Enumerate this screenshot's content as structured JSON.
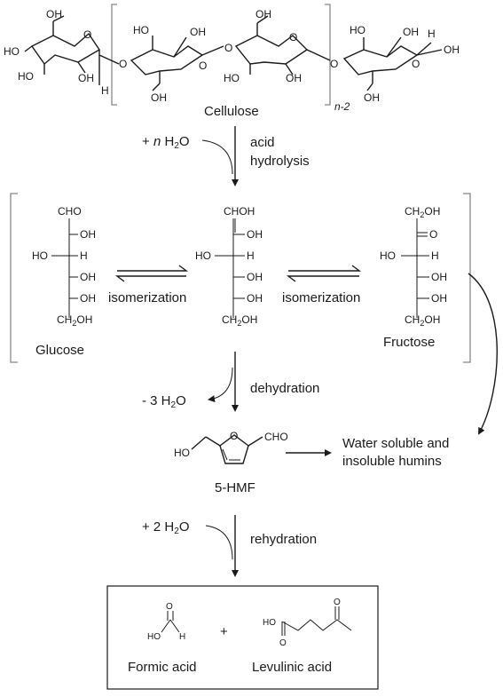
{
  "cellulose": {
    "name": "Cellulose",
    "repeat": "n-2",
    "oh": "OH",
    "ho": "HO",
    "h": "H",
    "o": "O"
  },
  "step1": {
    "reagent": "+ n H2O",
    "label_line1": "acid",
    "label_line2": "hydrolysis"
  },
  "glucose": {
    "name": "Glucose",
    "rows": [
      "CHO",
      "OH",
      "HO",
      "H",
      "OH",
      "OH",
      "CH2OH"
    ]
  },
  "enediol": {
    "rows": [
      "CHOH",
      "OH",
      "HO",
      "H",
      "OH",
      "OH",
      "CH2OH"
    ]
  },
  "fructose": {
    "name": "Fructose",
    "rows": [
      "CH2OH",
      "O",
      "HO",
      "H",
      "OH",
      "OH",
      "CH2OH"
    ]
  },
  "isomerization_left": "isomerization",
  "isomerization_right": "isomerization",
  "step2": {
    "reagent": "- 3 H2O",
    "label": "dehydration"
  },
  "hmf": {
    "name": "5-HMF",
    "left_group": "HO",
    "right_group": "CHO",
    "ring_o": "O"
  },
  "humins": {
    "line1": "Water soluble and",
    "line2": "insoluble humins"
  },
  "step3": {
    "reagent": "+ 2 H2O",
    "label": "rehydration"
  },
  "products": {
    "formic": {
      "name": "Formic acid",
      "o": "O",
      "ho": "HO",
      "h": "H"
    },
    "plus": "+",
    "levulinic": {
      "name": "Levulinic acid",
      "ho": "HO",
      "o1": "O",
      "o2": "O"
    }
  }
}
